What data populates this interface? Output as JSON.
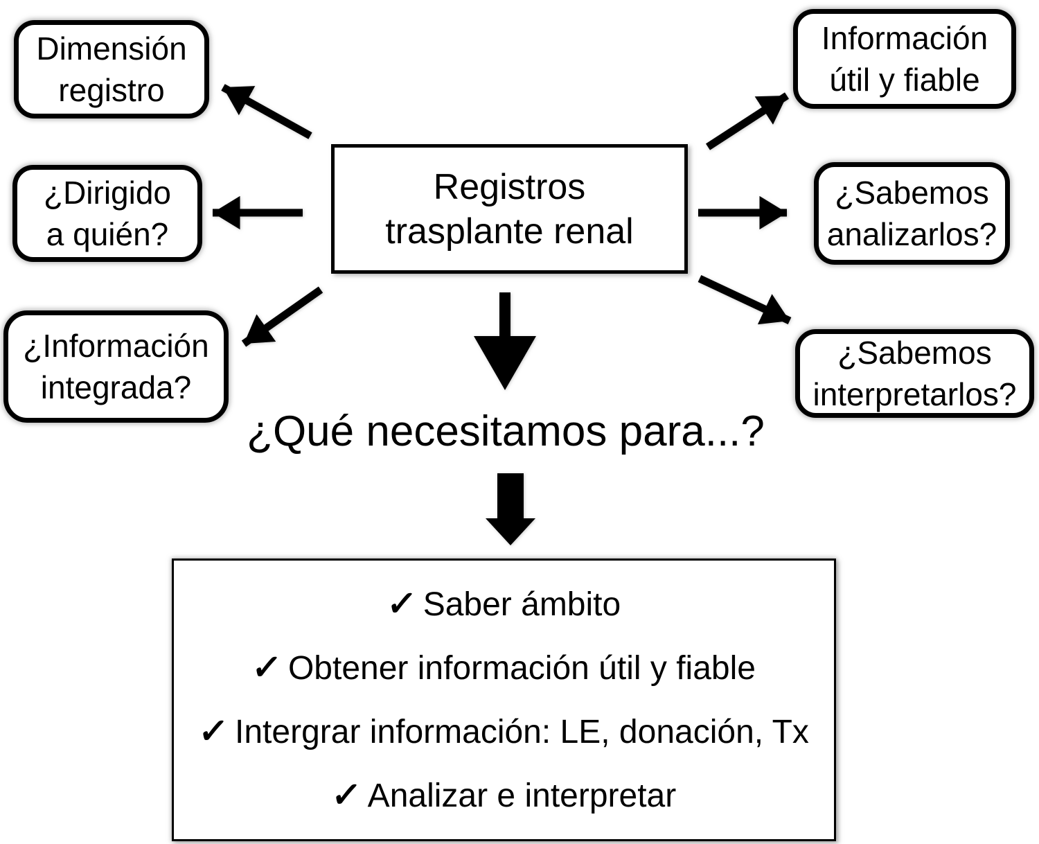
{
  "colors": {
    "ink": "#000000",
    "background": "#ffffff"
  },
  "nodes": {
    "central": {
      "lines": [
        "Registros",
        "trasplante renal"
      ]
    },
    "dimension": {
      "lines": [
        "Dimensión",
        "registro"
      ]
    },
    "dirigido": {
      "lines": [
        "¿Dirigido",
        "a quién?"
      ]
    },
    "integrada": {
      "lines": [
        "¿Información",
        "integrada?"
      ]
    },
    "util": {
      "lines": [
        "Información",
        "útil y fiable"
      ]
    },
    "analizar": {
      "lines": [
        "¿Sabemos",
        "analizarlos?"
      ]
    },
    "interpretar": {
      "lines": [
        "¿Sabemos",
        "interpretarlos?"
      ]
    }
  },
  "question": "¿Qué necesitamos para...?",
  "checklist": {
    "items": [
      {
        "icon": "✓",
        "text": "Saber ámbito"
      },
      {
        "icon": "✓",
        "text": "Obtener información útil y fiable"
      },
      {
        "icon": "✓",
        "text": "Intergrar información: LE, donación, Tx"
      },
      {
        "icon": "✓",
        "text": "Analizar e interpretar"
      }
    ]
  }
}
